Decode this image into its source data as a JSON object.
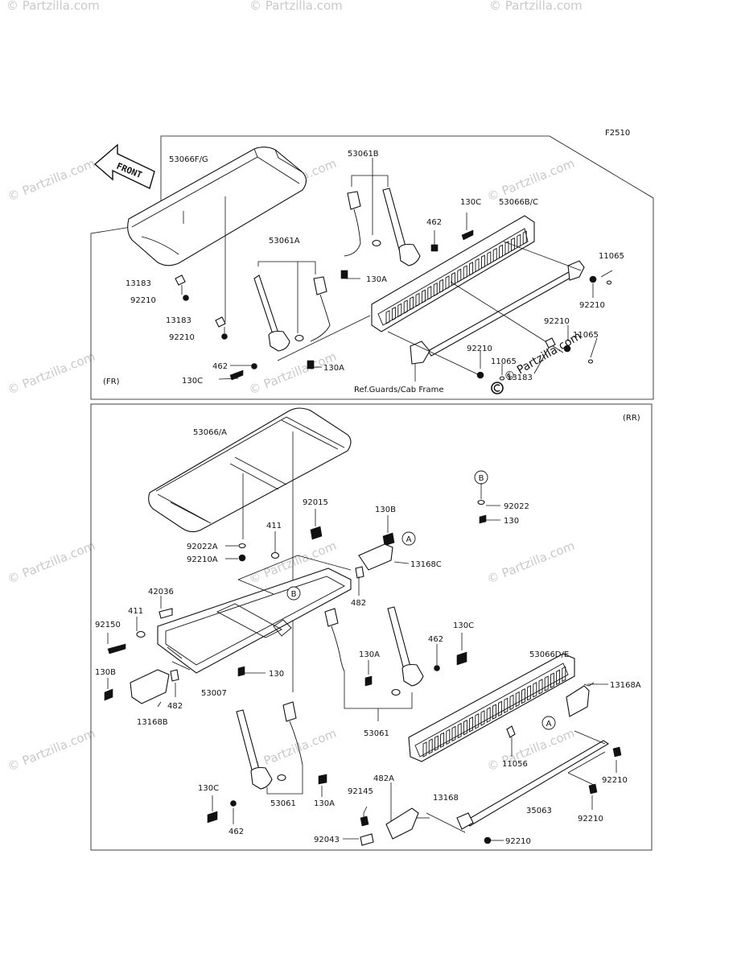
{
  "diagram_code": "F2510",
  "front_arrow_label": "FRONT",
  "top_section_tag": "(FR)",
  "bottom_section_tag": "(RR)",
  "reference_note": "Ref.Guards/Cab Frame",
  "watermark_brand": "© Partzilla.com",
  "watermark_repeat": "© Partzilla.com",
  "callouts": {
    "A": "A",
    "B": "B"
  },
  "top_labels": {
    "p53066fg": "53066F/G",
    "p53061b": "53061B",
    "p130c_a": "130C",
    "p53066bc": "53066B/C",
    "p462_a": "462",
    "p11065_a": "11065",
    "p53061a": "53061A",
    "p130a_a": "130A",
    "p13183_a": "13183",
    "p92210_a": "92210",
    "p92210_b": "92210",
    "p13183_b": "13183",
    "p92210_c": "92210",
    "p92210_d": "92210",
    "p11065_b": "11065",
    "p92210_e": "92210",
    "p11065_c": "11065",
    "p462_b": "462",
    "p130a_b": "130A",
    "p130c_b": "130C",
    "p13183_c": "13183"
  },
  "bottom_labels": {
    "p53066a": "53066/A",
    "p92015": "92015",
    "p130b_a": "130B",
    "p92022_a": "92022",
    "p130": "130",
    "p411_a": "411",
    "p92022a": "92022A",
    "p92210a": "92210A",
    "p13168c": "13168C",
    "p42036": "42036",
    "p482_a": "482",
    "p411_b": "411",
    "p92150": "92150",
    "p130c_a": "130C",
    "p462_a": "462",
    "p130a_a": "130A",
    "p53066de": "53066D/E",
    "p130b_b": "130B",
    "p130_b": "130",
    "p13168a": "13168A",
    "p482_b": "482",
    "p53007": "53007",
    "p13168b": "13168B",
    "p53061_a": "53061",
    "p11056": "11056",
    "p92210_a": "92210",
    "p130c_b": "130C",
    "p482a": "482A",
    "p92145": "92145",
    "p13168": "13168",
    "p130a_b": "130A",
    "p35063": "35063",
    "p462_b": "462",
    "p53061_b": "53061",
    "p92210_b": "92210",
    "p92043": "92043",
    "p92210_c": "92210"
  }
}
